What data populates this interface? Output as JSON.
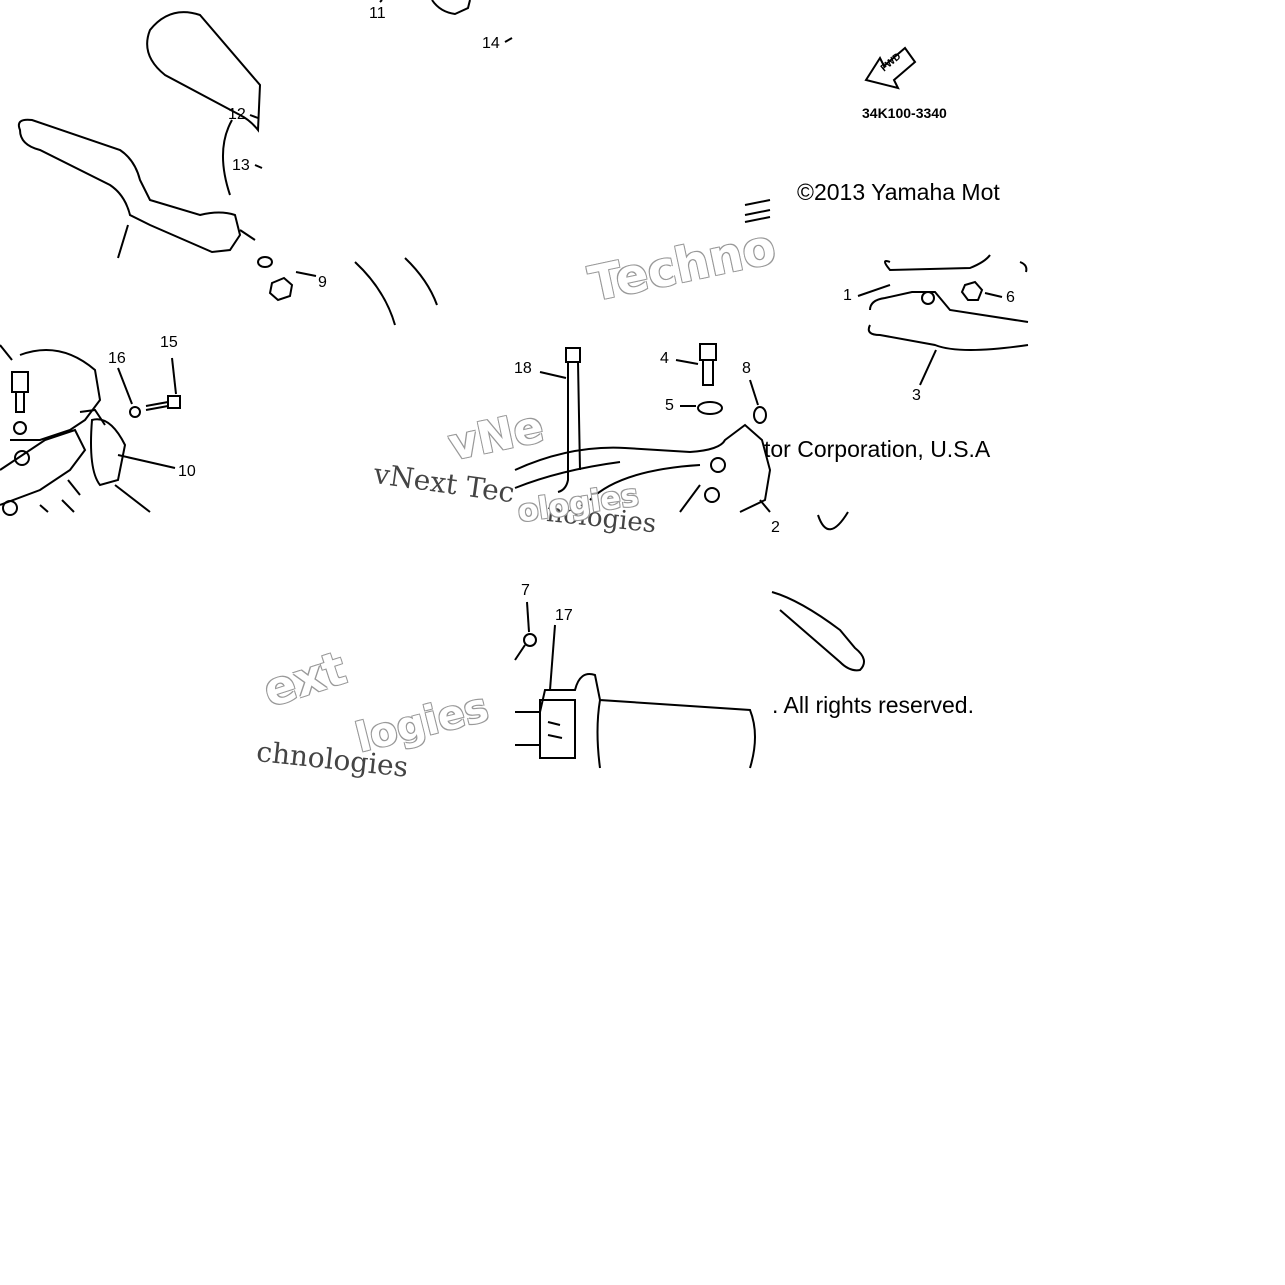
{
  "diagram": {
    "part_code": "34K100-3340",
    "fwd_arrow_label": "FWD",
    "copyright_line_1": "©2013 Yamaha Mot",
    "copyright_line_2": "tor Corporation, U.S.A",
    "copyright_line_3": ". All rights reserved.",
    "callouts": {
      "c11": "11",
      "c14": "14",
      "c12": "12",
      "c13": "13",
      "c9": "9",
      "c16": "16",
      "c15": "15",
      "c10": "10",
      "c18": "18",
      "c4": "4",
      "c5": "5",
      "c8": "8",
      "c2": "2",
      "c1": "1",
      "c6": "6",
      "c3": "3",
      "c7": "7",
      "c17": "17"
    },
    "watermarks": {
      "w1": "vNext Tec",
      "w2": "vNe",
      "w3": "Techno",
      "w4": "nologies",
      "w5": "ext",
      "w6": "chnologies",
      "w7": "logies",
      "w8": "ologies"
    }
  }
}
